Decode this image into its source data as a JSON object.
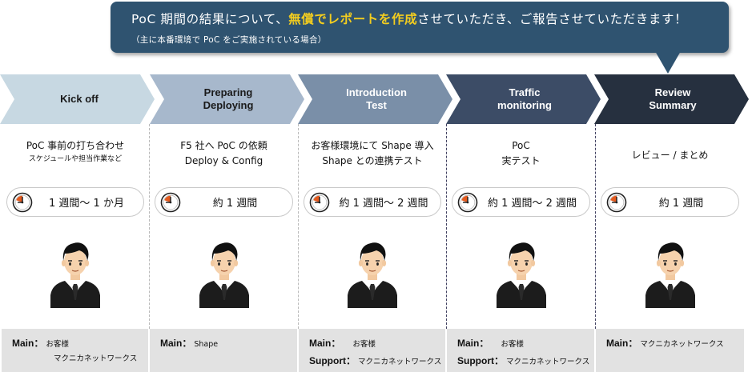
{
  "banner": {
    "text_pre": "PoC 期間の結果について、",
    "text_highlight": "無償でレポートを作成",
    "text_post": "させていただき、ご報告させていただきます！",
    "subtext": "（主に本番環境で PoC をご実施されている場合）"
  },
  "colors": {
    "banner": "#2f5370",
    "highlight": "#f3cd1f",
    "stage_fills": [
      "#c7d8e2",
      "#a7b8cc",
      "#7a8fa8",
      "#3c4c66",
      "#26303f"
    ],
    "roles_bg": "#e2e2e2"
  },
  "stages": [
    {
      "title_line1": "Kick off",
      "title_line2": "",
      "desc_line1": "PoC 事前の打ち合わせ",
      "desc_line2": "スケジュールや担当作業など",
      "duration": "1 週間〜 1 か月",
      "roles": {
        "main_label": "Main：",
        "main_value": "お客様",
        "main_value2": "マクニカネットワークス",
        "support_label": "",
        "support_value": ""
      }
    },
    {
      "title_line1": "Preparing",
      "title_line2": "Deploying",
      "desc_line1": "F5 社へ PoC の依頼",
      "desc_line2": "Deploy & Config",
      "duration": "約 1 週間",
      "roles": {
        "main_label": "Main：",
        "main_value": "Shape",
        "main_value2": "",
        "support_label": "",
        "support_value": ""
      }
    },
    {
      "title_line1": "Introduction",
      "title_line2": "Test",
      "desc_line1": "お客様環境にて Shape 導入",
      "desc_line2": "Shape との連携テスト",
      "duration": "約 1 週間〜 2 週間",
      "roles": {
        "main_label": "Main：",
        "main_value": "お客様",
        "main_value2": "",
        "support_label": "Support：",
        "support_value": "マクニカネットワークス"
      }
    },
    {
      "title_line1": "Traffic",
      "title_line2": "monitoring",
      "desc_line1": "PoC",
      "desc_line2": "実テスト",
      "duration": "約 1 週間〜 2 週間",
      "roles": {
        "main_label": "Main：",
        "main_value": "お客様",
        "main_value2": "",
        "support_label": "Support：",
        "support_value": "マクニカネットワークス"
      }
    },
    {
      "title_line1": "Review",
      "title_line2": "Summary",
      "desc_line1": "レビュー / まとめ",
      "desc_line2": "",
      "duration": "約 1 週間",
      "roles": {
        "main_label": "Main：",
        "main_value": "マクニカネットワークス",
        "main_value2": "",
        "support_label": "",
        "support_value": ""
      }
    }
  ]
}
